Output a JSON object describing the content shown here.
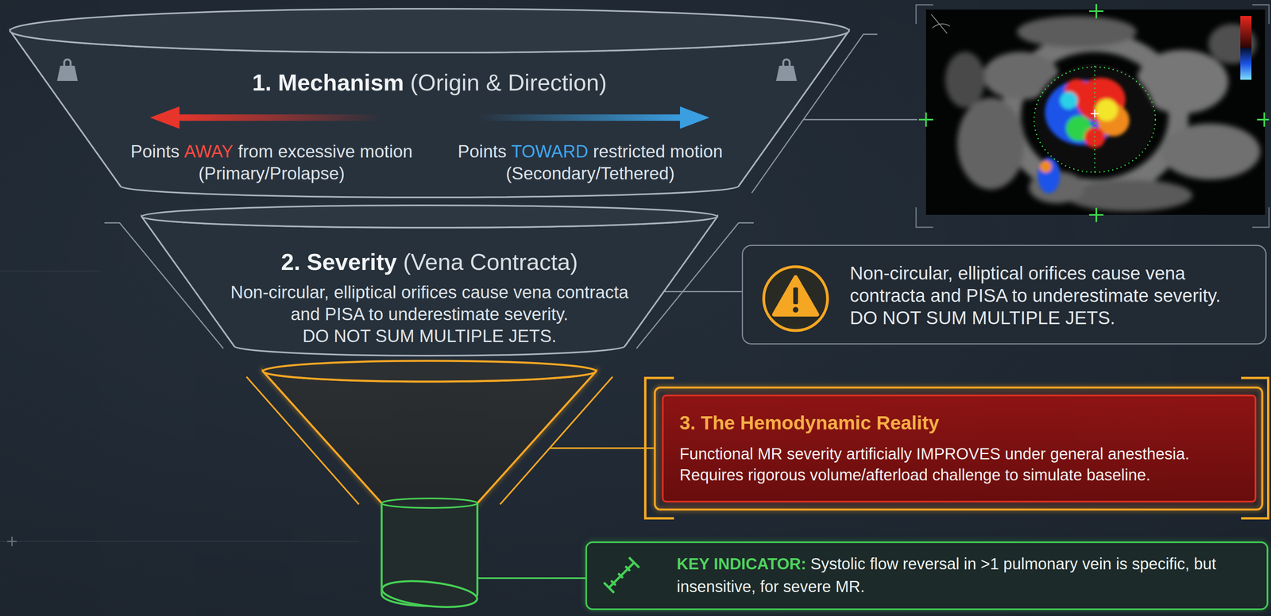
{
  "diagram": {
    "nodes": [
      {
        "text": [
          "1. Mechanism",
          "(Origin & Direction)",
          "Points",
          "AWAY",
          "from excessive motion",
          "(Primary/Prolapse)",
          "Points",
          "TOWARD",
          "restricted motion",
          "(Secondary/Tethered)"
        ]
      },
      {
        "text": [
          "2. Severity",
          "(Vena Contracta)",
          "Non-circular, elliptical orifices cause vena contracta and PISA to underestimate severity.",
          "DO NOT SUM MULTIPLE JETS."
        ]
      },
      {
        "text": [
          "Non-circular, elliptical orifices cause vena contracta and PISA to underestimate severity.",
          "DO NOT SUM MULTIPLE JETS."
        ]
      },
      {
        "text": [
          "3. The Hemodynamic Reality",
          "Functional MR severity artificially IMPROVES under general anesthesia. Requires rigorous volume/afterload challenge to simulate baseline."
        ]
      },
      {
        "text": [
          "KEY INDICATOR:",
          "Systolic flow reversal in >1 pulmonary vein is specific, but insensitive, for severe MR."
        ]
      }
    ],
    "edges": [
      {
        "from": 1,
        "to": 2,
        "arrow": "none"
      }
    ]
  }
}
